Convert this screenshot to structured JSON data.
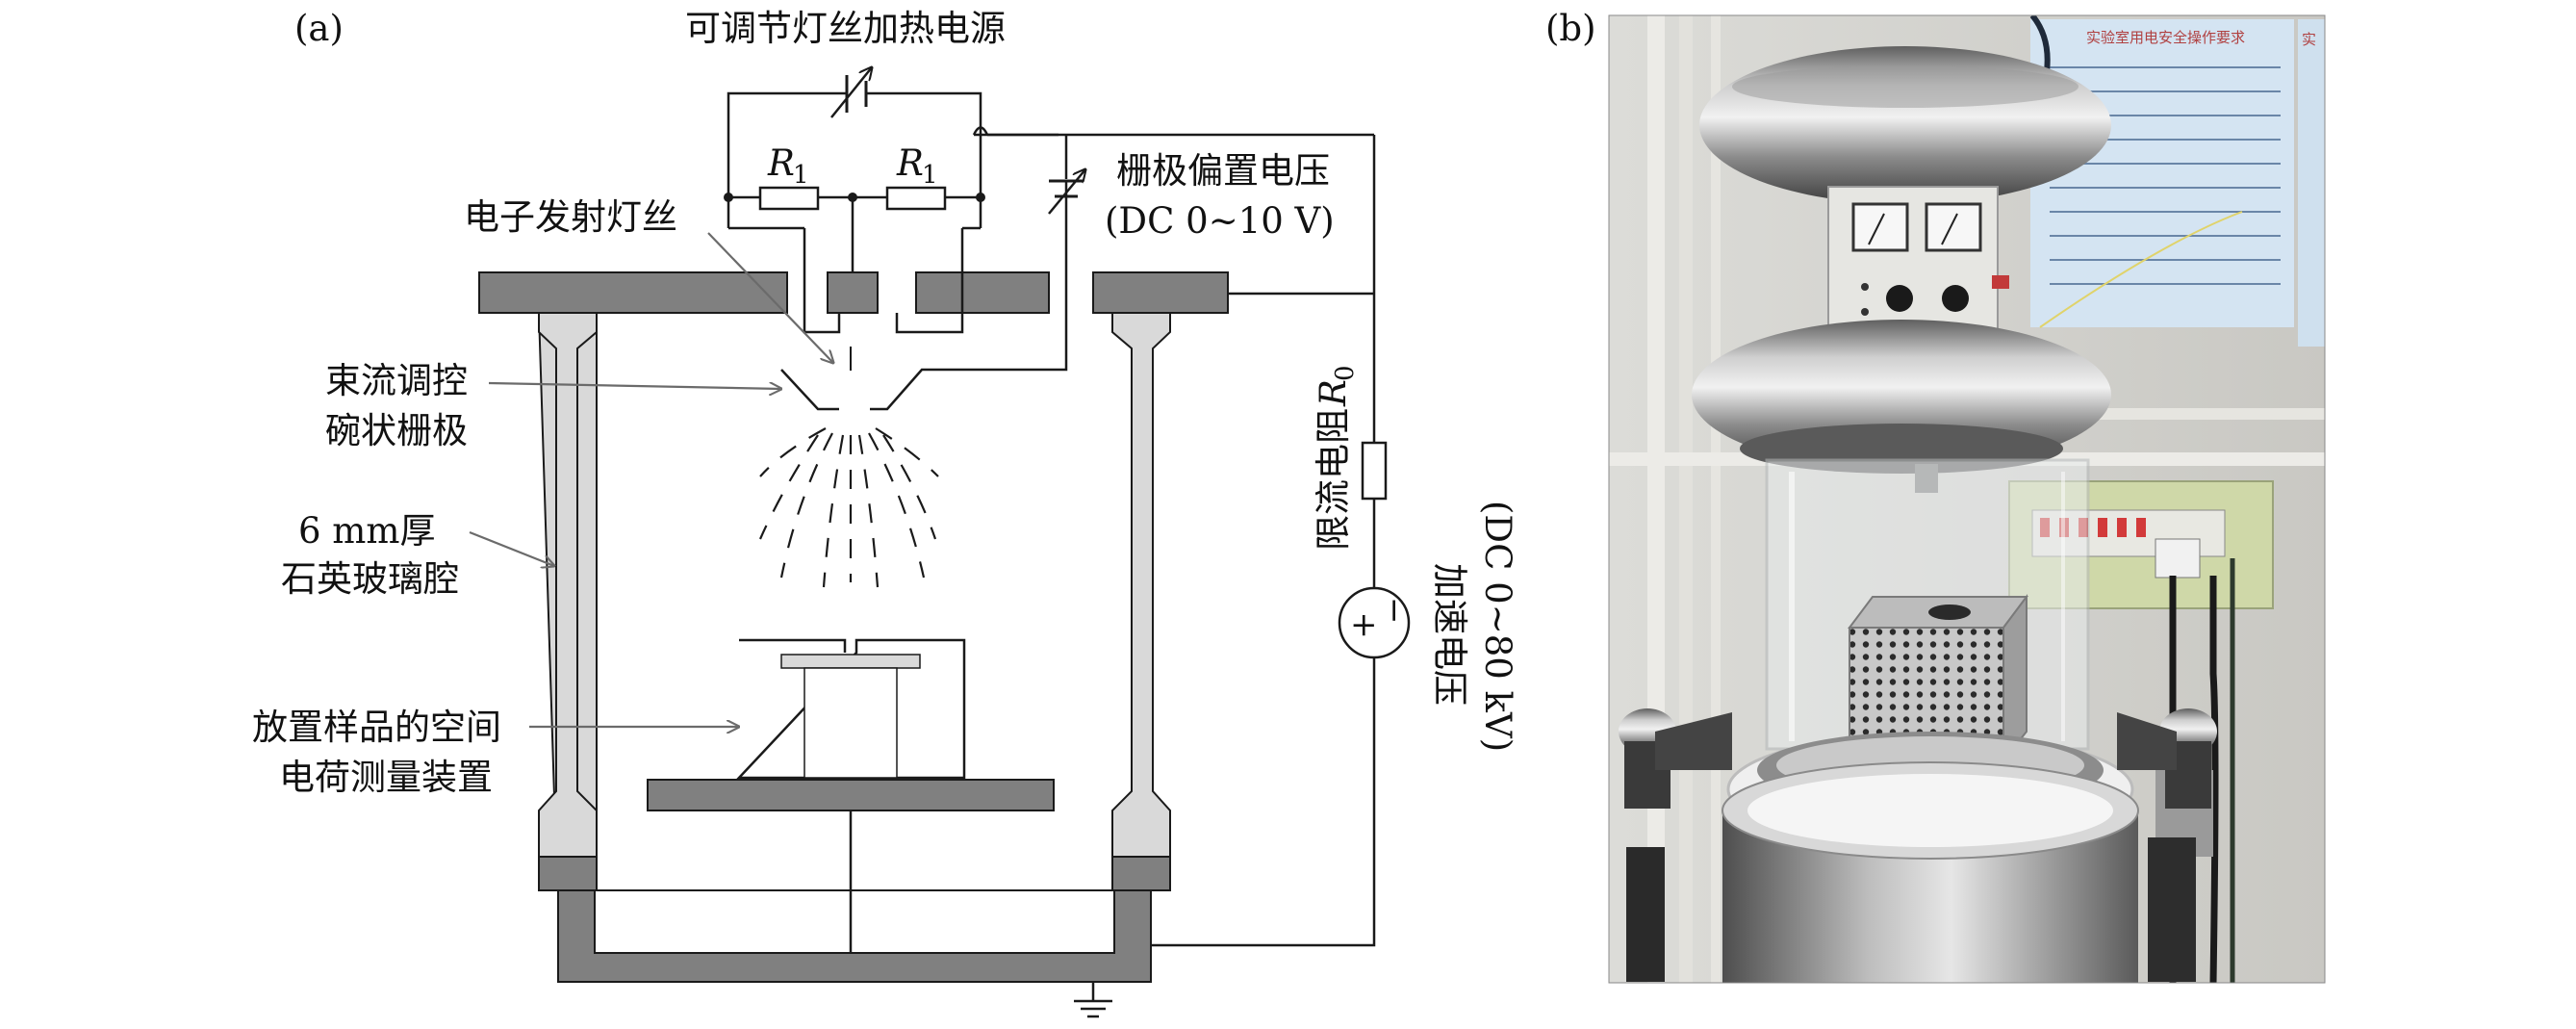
{
  "panel_a": {
    "tag": "(a)",
    "heater_supply": "可调节灯丝加热电源",
    "r1_left_base": "R",
    "r1_left_sub": "1",
    "r1_right_base": "R",
    "r1_right_sub": "1",
    "grid_bias_line1": "栅极偏置电压",
    "grid_bias_line2": "(DC 0~10 V)",
    "filament": "电子发射灯丝",
    "grid_line1": "束流调控",
    "grid_line2": "碗状栅极",
    "cavity_line1": "6 mm厚",
    "cavity_line2": "石英玻璃腔",
    "device_line1": "放置样品的空间",
    "device_line2": "电荷测量装置",
    "r0_text": "限流电阻",
    "r0_base": "R",
    "r0_sub": "0",
    "plus_sign": "+",
    "minus_sign": "−",
    "accel_line1": "加速电压",
    "accel_line2": "(DC 0~80 kV)"
  },
  "panel_b": {
    "tag": "(b)",
    "poster_title_left": "实验室用电安全操作要求",
    "poster_title_right": "实"
  },
  "colors": {
    "line": "#1a1a1a",
    "dark_gray": "#808080",
    "light_gray": "#d9d9d9",
    "arrow_gray": "#6b6b6b"
  }
}
